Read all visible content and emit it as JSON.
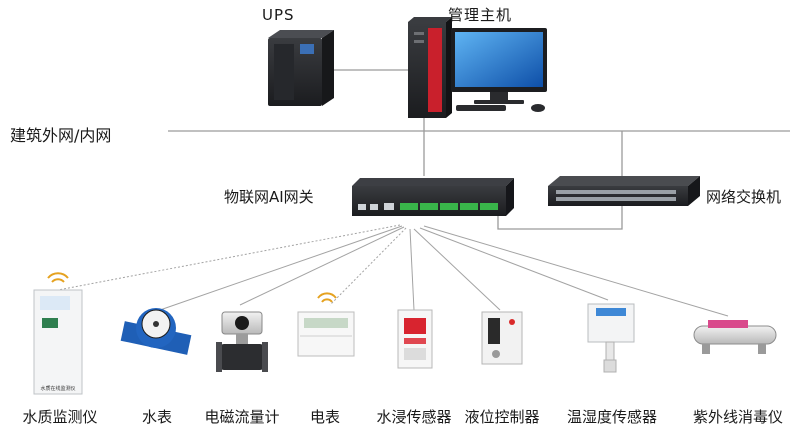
{
  "top": {
    "ups_label": "UPS",
    "host_label": "管理主机"
  },
  "network_label": "建筑外网/内网",
  "gateway_label": "物联网AI网关",
  "switch_label": "网络交换机",
  "devices": [
    {
      "label": "水质监测仪",
      "icon": "water-quality-monitor-icon",
      "panel_text": "水质在线监测仪"
    },
    {
      "label": "水表",
      "icon": "water-meter-icon"
    },
    {
      "label": "电磁流量计",
      "icon": "electromagnetic-flowmeter-icon"
    },
    {
      "label": "电表",
      "icon": "electric-meter-icon"
    },
    {
      "label": "水浸传感器",
      "icon": "water-leak-sensor-icon"
    },
    {
      "label": "液位控制器",
      "icon": "level-controller-icon"
    },
    {
      "label": "温湿度传感器",
      "icon": "temp-humidity-sensor-icon"
    },
    {
      "label": "紫外线消毒仪",
      "icon": "uv-disinfector-icon"
    }
  ],
  "colors": {
    "line": "#9a9a9a",
    "device_dark": "#2b2d31",
    "screen_blue": "#1f6fd1"
  }
}
